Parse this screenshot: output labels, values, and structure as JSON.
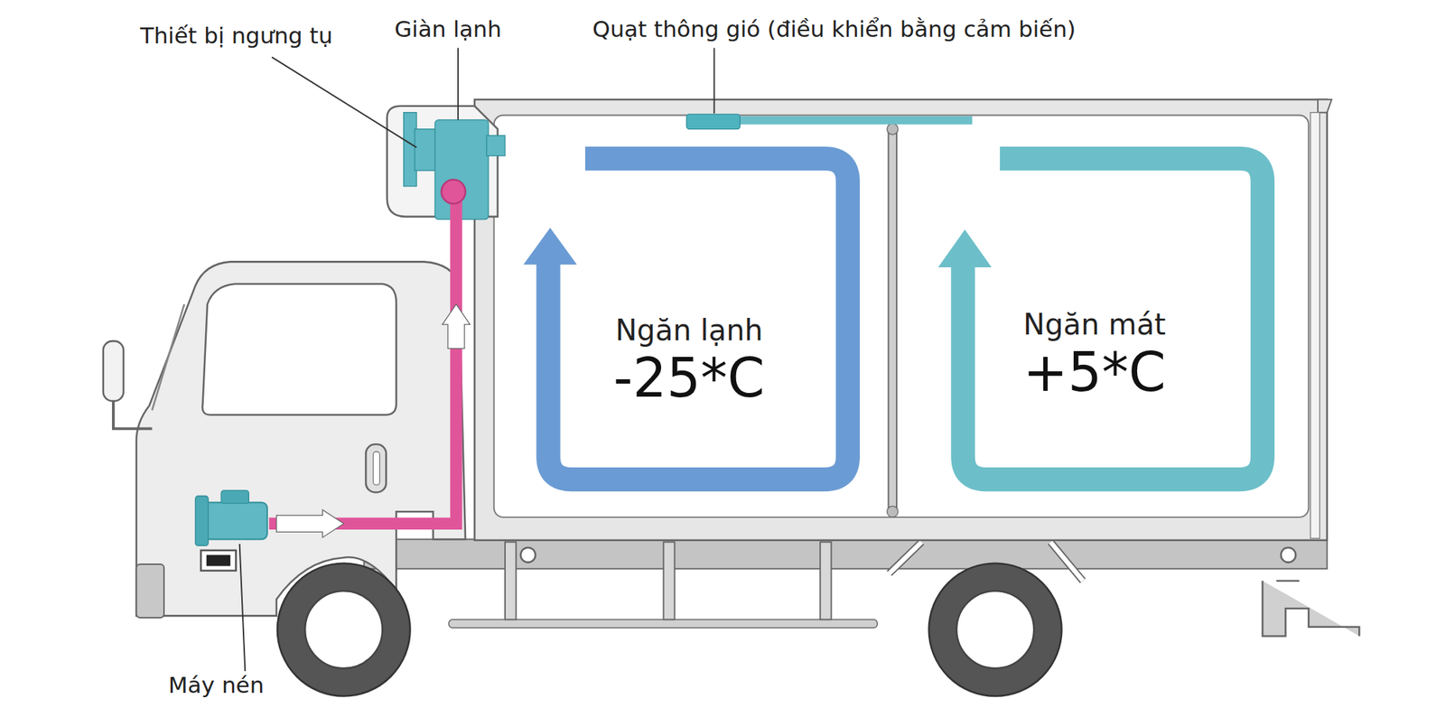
{
  "diagram": {
    "nodes": [
      {
        "text": [
          "Ngăn lạnh",
          "-25*C"
        ]
      },
      {
        "text": [
          "Ngăn mát",
          "+5*C"
        ]
      }
    ],
    "labels": [
      "Thiết bị ngưng tụ",
      "Giàn lạnh",
      "Quạt thông gió (điều khiển bằng cảm biến)",
      "Máy nén"
    ]
  }
}
